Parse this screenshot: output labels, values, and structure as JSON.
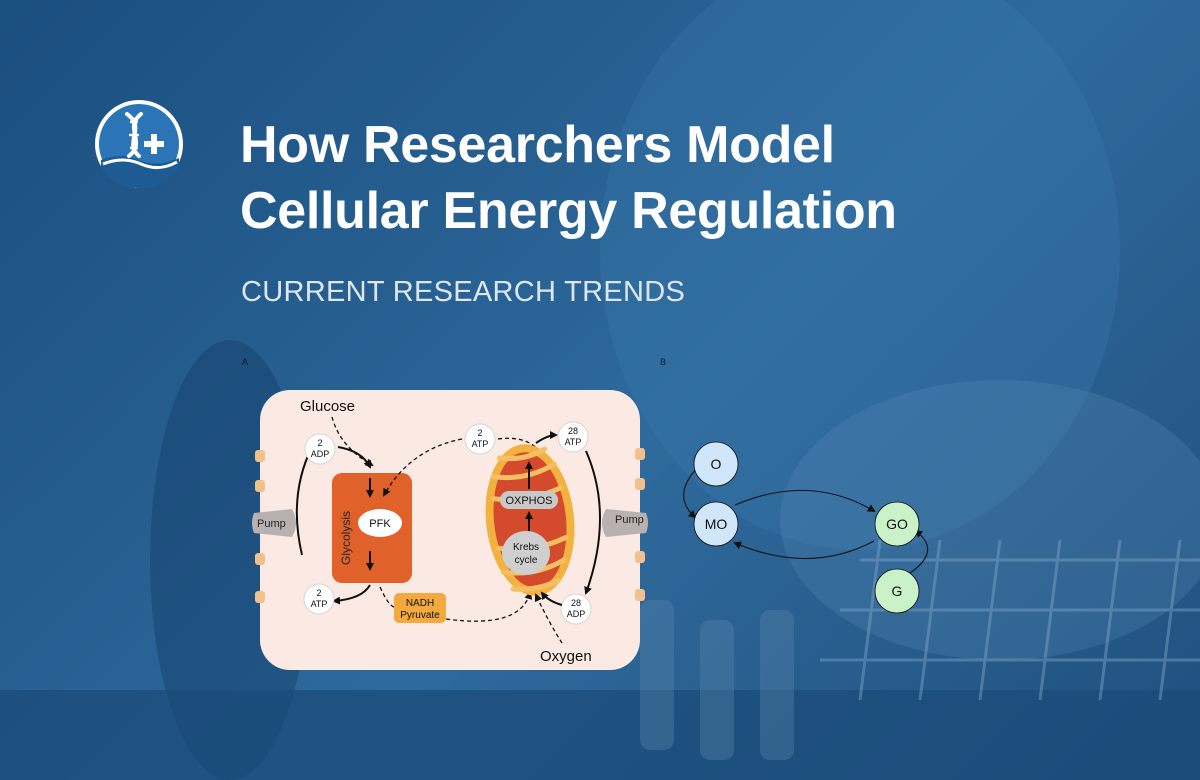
{
  "header": {
    "title_line1": "How Researchers Model",
    "title_line2": "Cellular Energy Regulation",
    "subtitle": "CURRENT RESEARCH TRENDS",
    "logo_icon": "dna-plus-icon"
  },
  "colors": {
    "background": "#275f91",
    "cell_fill": "#fbe9e3",
    "glycolysis": "#e0622a",
    "mitochondria_outer": "#f3b23f",
    "mitochondria_inner": "#d44a2c",
    "node_blue": "#cfe6fb",
    "node_green": "#c9f2c8"
  },
  "panel_a": {
    "label": "A",
    "glucose": "Glucose",
    "oxygen": "Oxygen",
    "glycolysis": "Glycolysis",
    "pfk": "PFK",
    "oxphos": "OXPHOS",
    "krebs_line1": "Krebs",
    "krebs_line2": "cycle",
    "pump_left": "Pump",
    "pump_right": "Pump",
    "nadh_line1": "NADH",
    "nadh_line2": "Pyruvate",
    "adp_top_n": "2",
    "adp_top_unit": "ADP",
    "atp_bottom_n": "2",
    "atp_bottom_unit": "ATP",
    "atp_mid_n": "2",
    "atp_mid_unit": "ATP",
    "atp_right_n": "28",
    "atp_right_unit": "ATP",
    "adp_right_n": "28",
    "adp_right_unit": "ADP"
  },
  "panel_b": {
    "label": "B",
    "nodes": {
      "o": "O",
      "mo": "MO",
      "go": "GO",
      "g": "G"
    }
  }
}
